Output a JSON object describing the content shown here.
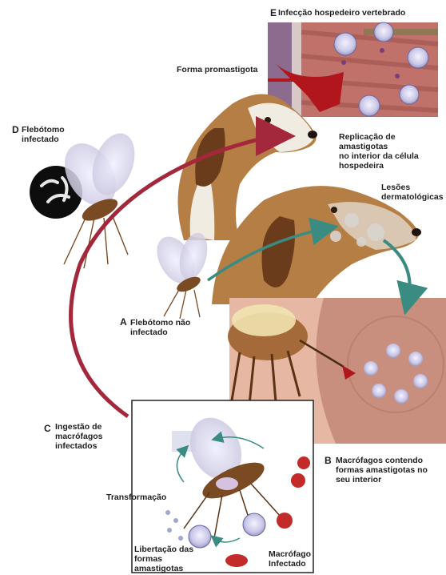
{
  "panels": {
    "A": {
      "letter": "A",
      "label": "Flebótomo não\ninfectado"
    },
    "B": {
      "letter": "B",
      "label": "Macrófagos contendo\nformas amastigotas no\nseu interior"
    },
    "C": {
      "letter": "C",
      "label": "Ingestão de\nmacrófagos\ninfectados"
    },
    "D": {
      "letter": "D",
      "label": "Flebótomo\ninfectado"
    },
    "E": {
      "letter": "E",
      "label": "Infecção hospedeiro vertebrado"
    }
  },
  "labels": {
    "promastigote": "Forma promastigota",
    "replication": "Replicação de amastigotas\nno interior da célula\nhospedeira",
    "lesions": "Lesões\ndermatológicas",
    "transformation": "Transformação",
    "release": "Libertação das\nformas\namastigotas",
    "infected_macrophage": "Macrófago\nInfectado"
  },
  "colors": {
    "cycle_arrow_red": "#a3283b",
    "cycle_arrow_teal": "#3a8c82",
    "blood": "#b0161c",
    "dog_tan": "#b57e45",
    "dog_white": "#f1ece2",
    "sandfly_body": "#7a4a22"
  }
}
